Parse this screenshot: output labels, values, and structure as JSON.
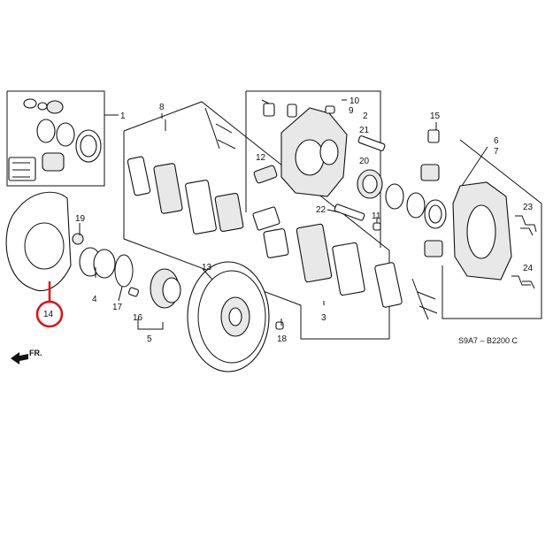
{
  "diagram": {
    "callouts": {
      "c1": "1",
      "c2": "2",
      "c3": "3",
      "c4": "4",
      "c5": "5",
      "c6": "6",
      "c7": "7",
      "c8": "8",
      "c9": "9",
      "c10": "10",
      "c11": "11",
      "c12": "12",
      "c13": "13",
      "c14": "14",
      "c15": "15",
      "c16": "16",
      "c17": "17",
      "c18": "18",
      "c19": "19",
      "c20": "20",
      "c21": "21",
      "c22": "22",
      "c23": "23",
      "c24": "24"
    },
    "front_marker": "FR.",
    "diagram_code": "S9A7 – B2200 C",
    "highlight": {
      "part_number": "14",
      "color": "#e01010"
    }
  }
}
